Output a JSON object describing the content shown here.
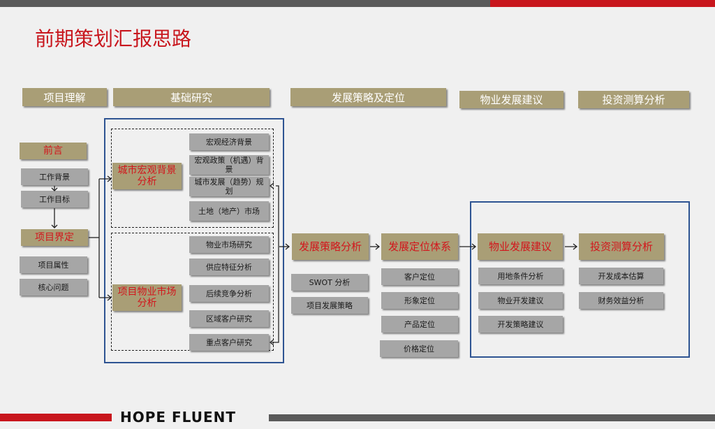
{
  "title": "前期策划汇报思路",
  "brand": "HOPE FLUENT",
  "categories": {
    "c1": "项目理解",
    "c2": "基础研究",
    "c3": "发展策略及定位",
    "c4": "物业发展建议",
    "c5": "投资测算分析"
  },
  "understanding": {
    "preface": "前言",
    "work_background": "工作背景",
    "work_goal": "工作目标",
    "project_definition": "项目界定",
    "project_attributes": "项目属性",
    "core_issues": "核心问题"
  },
  "research": {
    "macro_label": "城市宏观背景分析",
    "macro_items": [
      "宏观经济背景",
      "宏观政策（机遇）背景",
      "城市发展（趋势）规划",
      "土地（地产）市场"
    ],
    "market_label": "项目物业市场分析",
    "market_items": [
      "物业市场研究",
      "供应特征分析",
      "后续竞争分析",
      "区域客户研究",
      "重点客户研究"
    ]
  },
  "strategy": {
    "main": "发展策略分析",
    "items": [
      "SWOT 分析",
      "项目发展策略"
    ]
  },
  "positioning": {
    "main": "发展定位体系",
    "items": [
      "客户定位",
      "形象定位",
      "产品定位",
      "价格定位"
    ]
  },
  "property": {
    "main": "物业发展建议",
    "items": [
      "用地条件分析",
      "物业开发建议",
      "开发策略建议"
    ]
  },
  "investment": {
    "main": "投资测算分析",
    "items": [
      "开发成本估算",
      "财务效益分析"
    ]
  }
}
